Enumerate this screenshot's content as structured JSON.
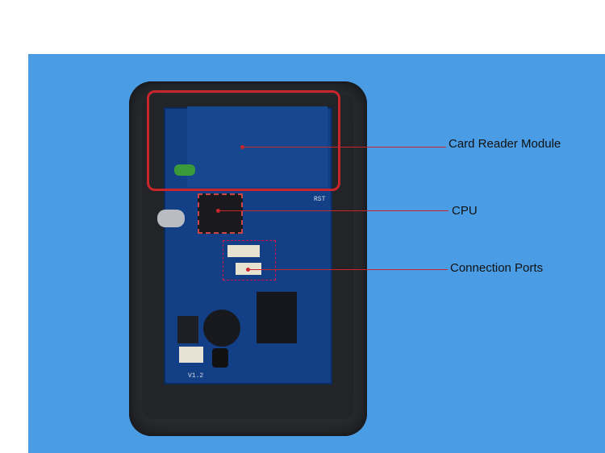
{
  "labels": {
    "card_reader": "Card Reader Module",
    "cpu": "CPU",
    "ports": "Connection Ports"
  },
  "pcb_text": {
    "version": "V1.2",
    "rst": "RST"
  },
  "colors": {
    "background": "#4a9de4",
    "callout_line": "#c8262b",
    "pcb": "#123f86"
  }
}
